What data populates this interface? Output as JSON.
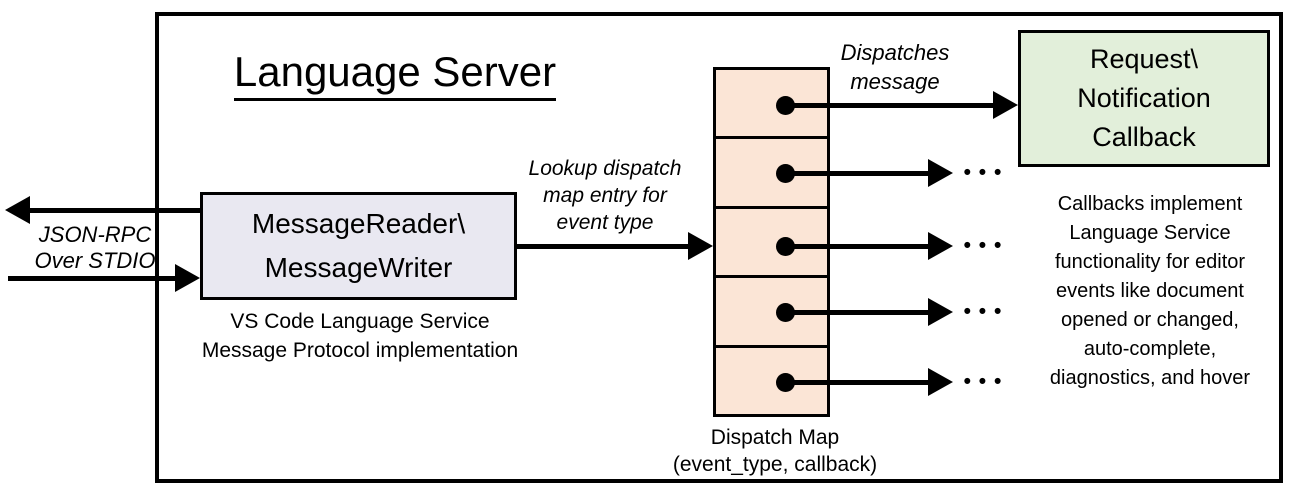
{
  "colors": {
    "line": "#000000",
    "message_box_fill": "#E9E8F1",
    "dispatch_fill": "#FBE5D6",
    "callback_fill": "#E2EFDA"
  },
  "title": "Language Server",
  "message_box": {
    "line1": "MessageReader\\",
    "line2": "MessageWriter"
  },
  "message_box_caption": {
    "line1": "VS Code Language Service",
    "line2": "Message Protocol implementation"
  },
  "json_rpc_label": {
    "line1": "JSON-RPC",
    "line2": "Over STDIO"
  },
  "lookup_label": {
    "line1": "Lookup dispatch",
    "line2": "map entry for",
    "line3": "event type"
  },
  "dispatches_label": {
    "line1": "Dispatches",
    "line2": "message"
  },
  "dispatch_map": {
    "cell_count": 5,
    "label_line1": "Dispatch Map",
    "label_line2": "(event_type, callback)"
  },
  "callback_box": {
    "line1": "Request\\",
    "line2": "Notification",
    "line3": "Callback"
  },
  "callbacks_note": {
    "line1": "Callbacks implement",
    "line2": "Language Service",
    "line3": "functionality for editor",
    "line4": "events like document",
    "line5": "opened or changed,",
    "line6": "auto-complete,",
    "line7": "diagnostics, and hover"
  },
  "ellipsis": "• • •"
}
